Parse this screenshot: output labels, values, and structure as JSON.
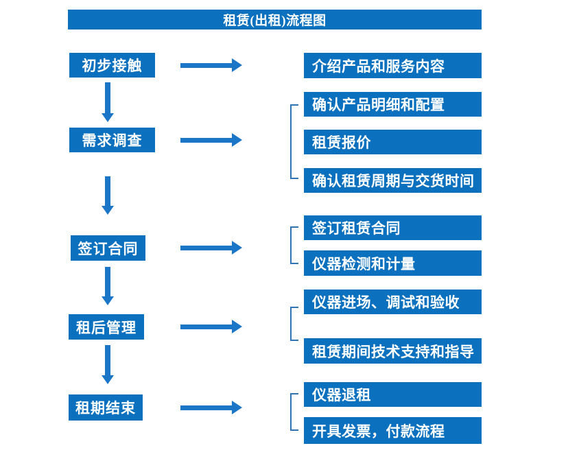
{
  "title": "租赁(出租)流程图",
  "colors": {
    "box": "#0B71BE",
    "arrow": "#1B76C8",
    "bracket": "#2E74B5",
    "text": "#FFFFFF",
    "bg": "#FFFFFF"
  },
  "stages": [
    {
      "label": "初步接触",
      "details": [
        "介绍产品和服务内容"
      ]
    },
    {
      "label": "需求调查",
      "details": [
        "确认产品明细和配置",
        "租赁报价",
        "确认租赁周期与交货时间"
      ]
    },
    {
      "label": "签订合同",
      "details": [
        "签订租赁合同",
        "仪器检测和计量"
      ]
    },
    {
      "label": "租后管理",
      "details": [
        "仪器进场、调试和验收",
        "租赁期间技术支持和指导"
      ]
    },
    {
      "label": "租期结束",
      "details": [
        "仪器退租",
        "开具发票，付款流程"
      ]
    }
  ]
}
